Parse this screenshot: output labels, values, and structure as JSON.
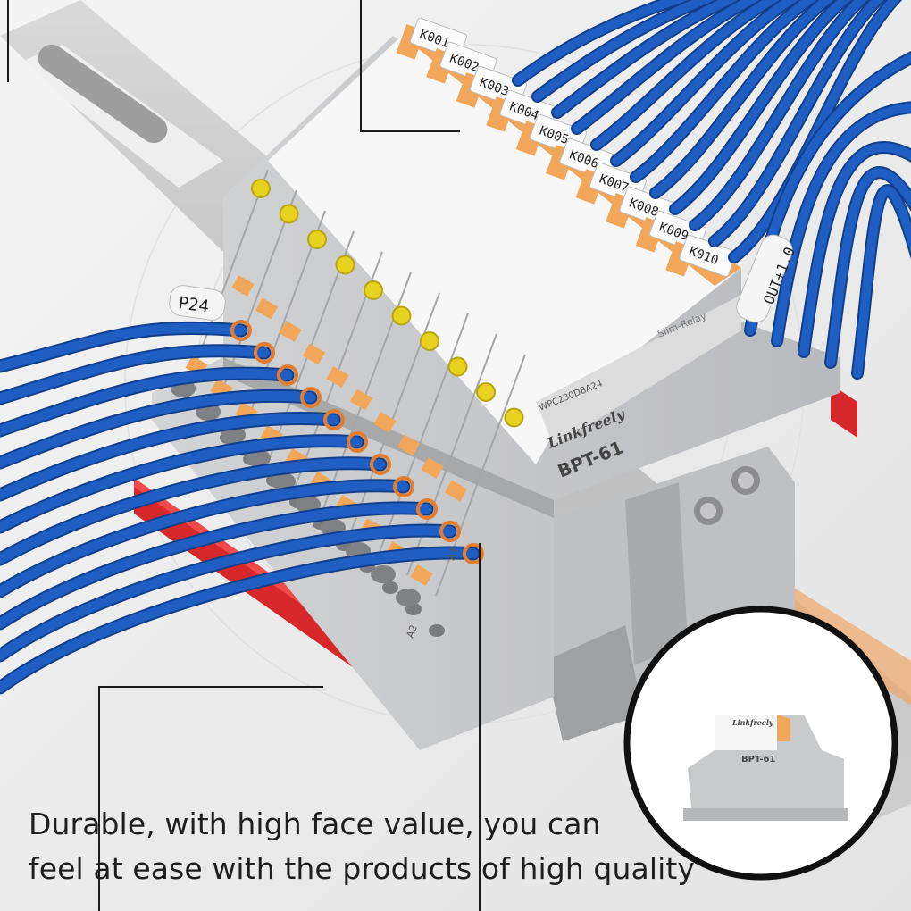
{
  "module_labels": [
    "K001",
    "K002",
    "K003",
    "K004",
    "K005",
    "K006",
    "K007",
    "K008",
    "K009",
    "K010"
  ],
  "wire_tag_left": "P24",
  "wire_tag_right": "OUT+1.0",
  "brand": "Linkfreely",
  "base_model": "BPT-61",
  "relay_series": "Slim-Relay",
  "relay_model": "WPC230D8A24",
  "terminal_a1": "A1",
  "terminal_a2": "A2",
  "caption": {
    "line1": "Durable, with high face value, you can",
    "line2": "feel at ease with the products of high quality"
  },
  "colors": {
    "wire": "#1f5fc4",
    "housing": "#c9cacc",
    "base_strip": "#d6282b",
    "latch": "#f2a65a",
    "led": "#e6d21f"
  }
}
